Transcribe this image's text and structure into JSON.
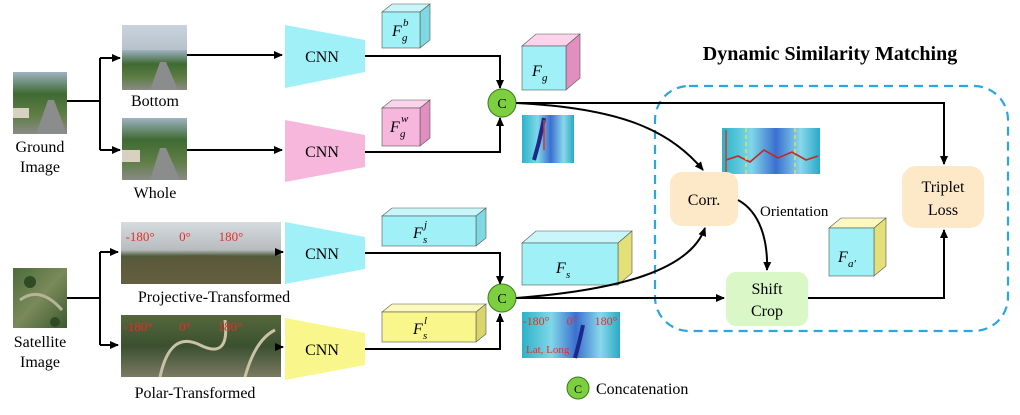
{
  "title": "Dynamic Similarity Matching",
  "inputs": {
    "ground": {
      "label_line1": "Ground",
      "label_line2": "Image"
    },
    "satellite": {
      "label_line1": "Satellite",
      "label_line2": "Image"
    }
  },
  "crops": {
    "bottom": "Bottom",
    "whole": "Whole",
    "projective": "Projective-Transformed",
    "polar": "Polar-Transformed"
  },
  "angles": {
    "left": "-180°",
    "center": "0°",
    "right": "180°"
  },
  "cnn_label": "CNN",
  "features": {
    "fgb": {
      "base": "F",
      "sub": "g",
      "sup": "b"
    },
    "fgw": {
      "base": "F",
      "sub": "g",
      "sup": "w"
    },
    "fg": {
      "base": "F",
      "sub": "g"
    },
    "fsj": {
      "base": "F",
      "sub": "s",
      "sup": "j"
    },
    "fsl": {
      "base": "F",
      "sub": "s",
      "sup": "l"
    },
    "fs": {
      "base": "F",
      "sub": "s"
    },
    "fa": {
      "base": "F",
      "sub": "a′"
    }
  },
  "concat_symbol": "C",
  "latlong_label": "Lat, Long",
  "blocks": {
    "corr": "Corr.",
    "orientation": "Orientation",
    "shift_line1": "Shift",
    "shift_line2": "Crop",
    "triplet_line1": "Triplet",
    "triplet_line2": "Loss"
  },
  "legend": {
    "symbol": "C",
    "label": "Concatenation"
  },
  "colors": {
    "cyan": "#9ff0f7",
    "pink": "#f7b6dc",
    "yellow": "#f9f68c",
    "concat_green": "#7ccf3f",
    "dashed_box": "#2aa7e0",
    "orange_block": "#fde9c8",
    "green_block": "#d9f7c7",
    "angle_red": "#e0302a"
  }
}
